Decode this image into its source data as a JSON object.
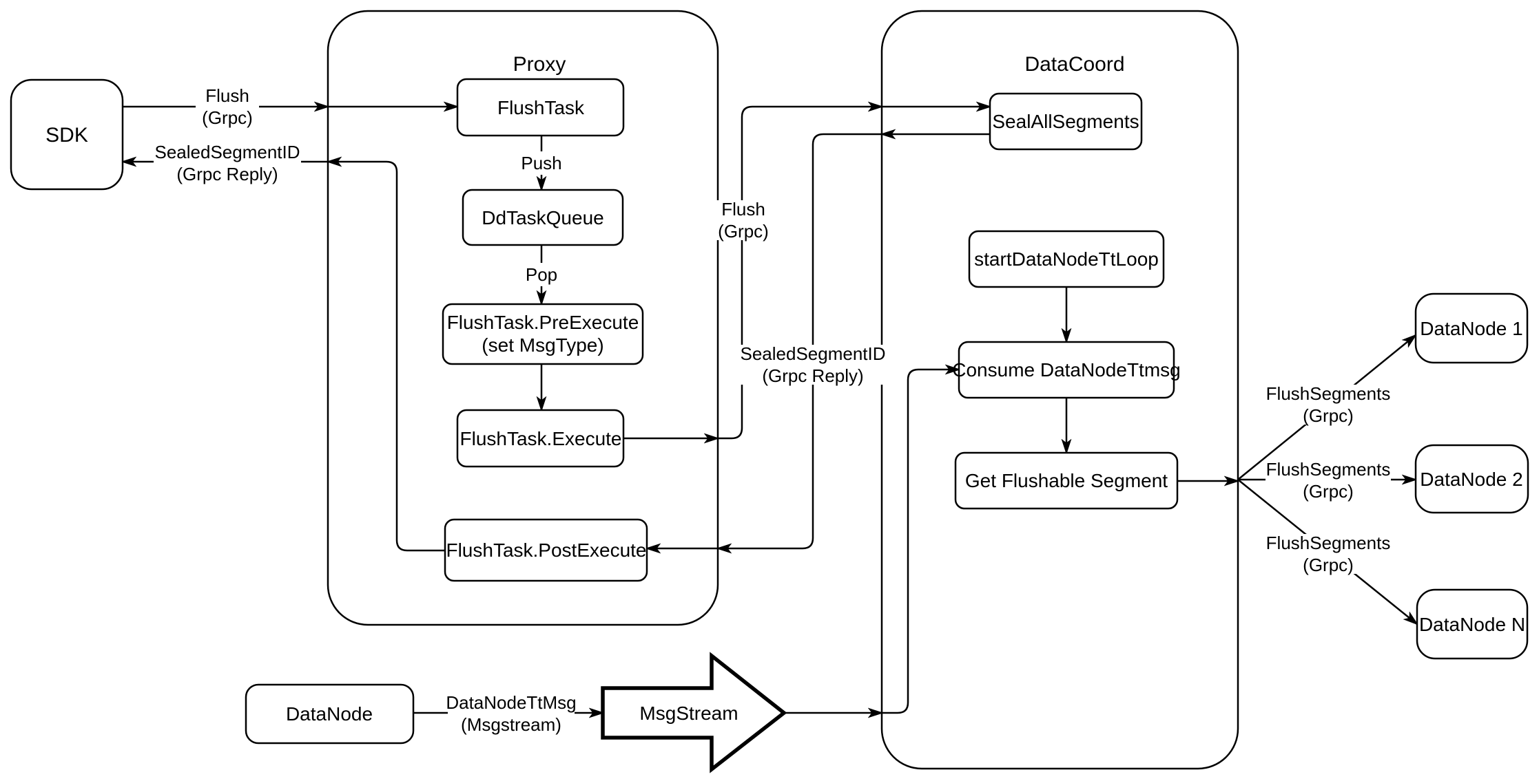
{
  "diagram": {
    "containers": {
      "proxy": {
        "label": "Proxy"
      },
      "datacoord": {
        "label": "DataCoord"
      }
    },
    "nodes": {
      "sdk": {
        "label": "SDK"
      },
      "flushtask": {
        "label": "FlushTask"
      },
      "ddtaskqueue": {
        "label": "DdTaskQueue"
      },
      "preexecute": {
        "line1": "FlushTask.PreExecute",
        "line2": "(set MsgType)"
      },
      "execute": {
        "label": "FlushTask.Execute"
      },
      "postexecute": {
        "label": "FlushTask.PostExecute"
      },
      "sealallsegments": {
        "label": "SealAllSegments"
      },
      "startdatanodettloop": {
        "label": "startDataNodeTtLoop"
      },
      "consumedatanodettmsg": {
        "label": "Consume DataNodeTtmsg"
      },
      "getflushablesegment": {
        "label": "Get Flushable Segment"
      },
      "datanode1": {
        "label": "DataNode 1"
      },
      "datanode2": {
        "label": "DataNode 2"
      },
      "datanoden": {
        "label": "DataNode N"
      },
      "datanode": {
        "label": "DataNode"
      },
      "msgstream": {
        "label": "MsgStream"
      }
    },
    "edge_labels": {
      "flush_sdk": {
        "line1": "Flush",
        "line2": "(Grpc)"
      },
      "sealed_sdk": {
        "line1": "SealedSegmentID",
        "line2": "(Grpc Reply)"
      },
      "push": {
        "line1": "Push"
      },
      "pop": {
        "line1": "Pop"
      },
      "flush_mid": {
        "line1": "Flush",
        "line2": "(Grpc)"
      },
      "sealed_mid": {
        "line1": "SealedSegmentID",
        "line2": "(Grpc Reply)"
      },
      "datanodettmsg": {
        "line1": "DataNodeTtMsg",
        "line2": "(Msgstream)"
      },
      "flushsegments1": {
        "line1": "FlushSegments",
        "line2": "(Grpc)"
      },
      "flushsegments2": {
        "line1": "FlushSegments",
        "line2": "(Grpc)"
      },
      "flushsegments3": {
        "line1": "FlushSegments",
        "line2": "(Grpc)"
      }
    },
    "colors": {
      "stroke": "#000000",
      "background": "#ffffff"
    }
  }
}
